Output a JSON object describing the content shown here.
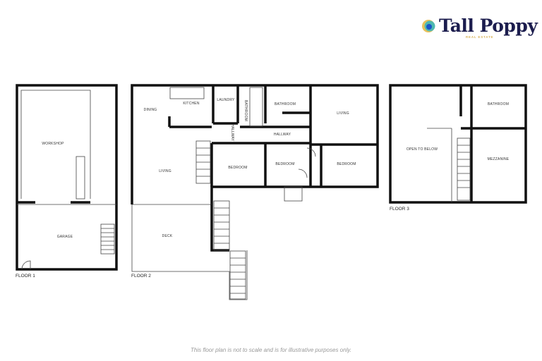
{
  "brand": {
    "name": "Tall Poppy",
    "tagline": "REAL ESTATE",
    "colors": {
      "navy": "#1c1d4e",
      "teal": "#4fb8b0",
      "gold": "#e8c15a",
      "blue": "#1a55c9"
    }
  },
  "floors": [
    {
      "label": "FLOOR 1",
      "rooms": [
        "WORKSHOP",
        "GARAGE"
      ]
    },
    {
      "label": "FLOOR 2",
      "rooms": [
        "DINING",
        "KITCHEN",
        "LAUNDRY",
        "BATHROOM",
        "BATHROOM",
        "LIVING",
        "HALLWAY",
        "HALLWAY",
        "LIVING",
        "BEDROOM",
        "BEDROOM",
        "BEDROOM",
        "DECK"
      ]
    },
    {
      "label": "FLOOR 3",
      "rooms": [
        "OPEN TO BELOW",
        "BATHROOM",
        "MEZZANINE"
      ]
    }
  ],
  "disclaimer": "This floor plan is not to scale and is for illustrative purposes only."
}
